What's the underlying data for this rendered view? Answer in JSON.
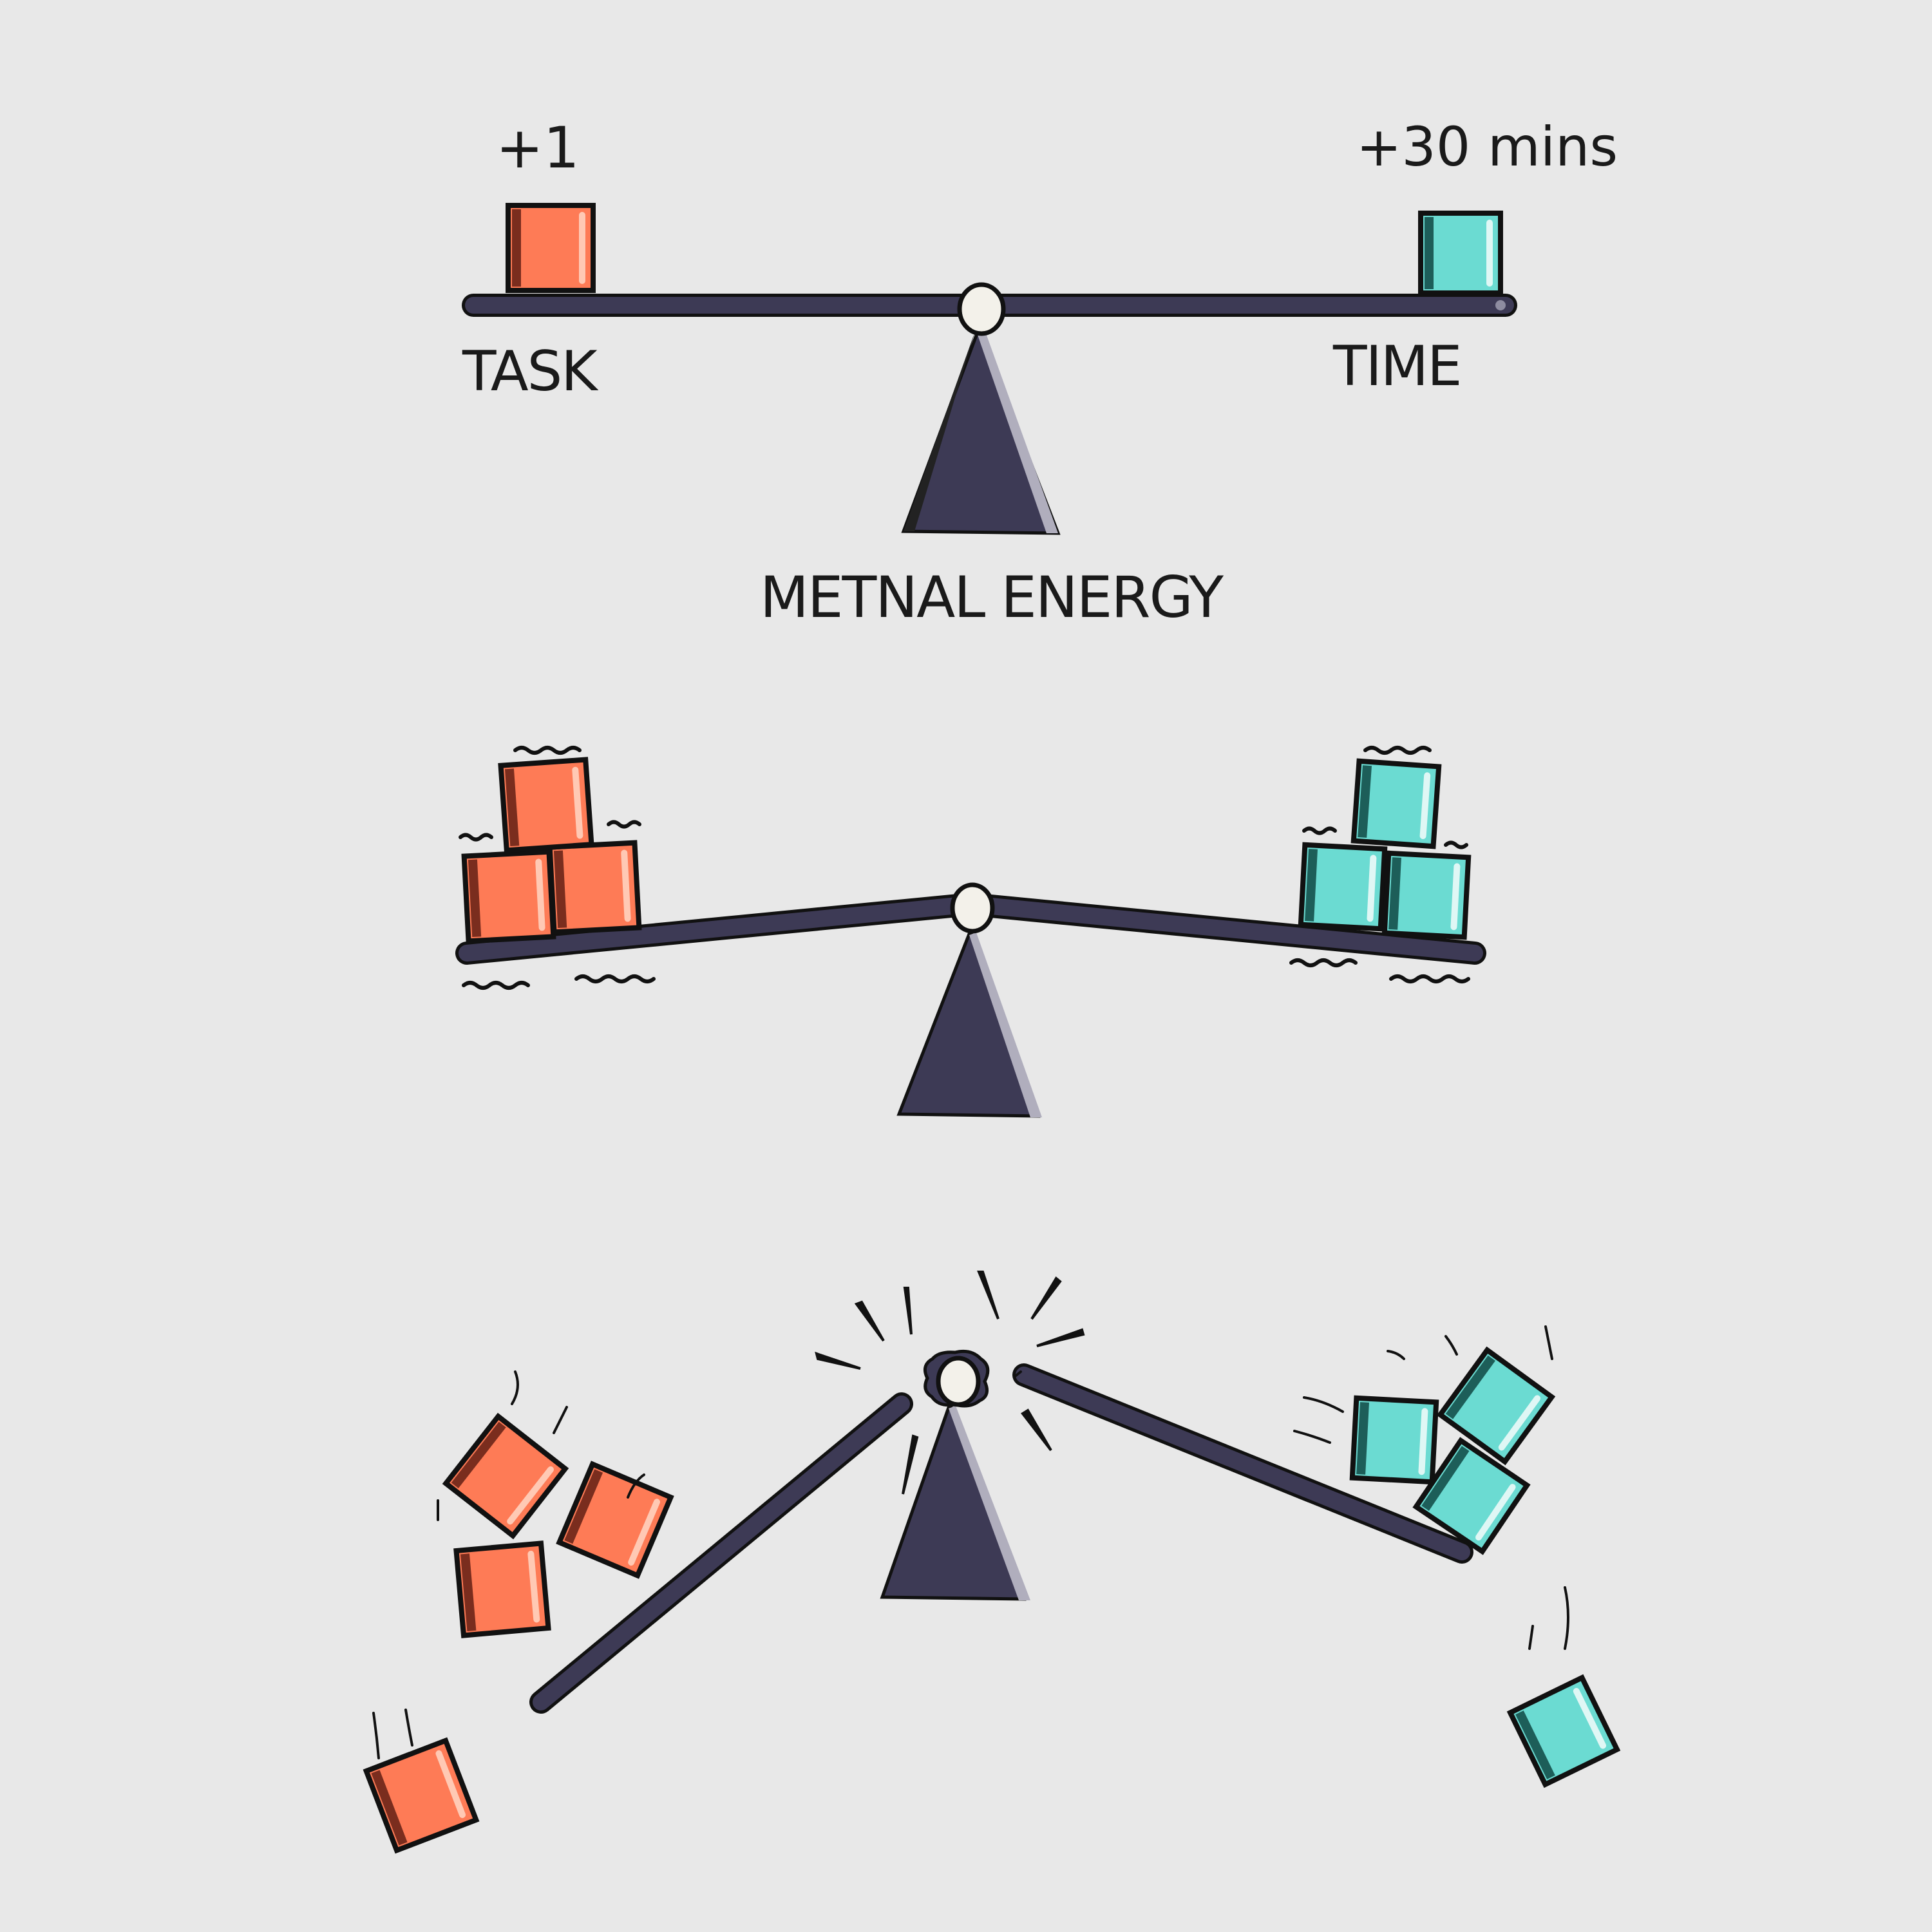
{
  "labels": {
    "task_increment": "+1",
    "time_increment": "+30 mins",
    "task": "TASK",
    "time": "TIME",
    "fulcrum": "METNAL ENERGY"
  },
  "colors": {
    "background": "#e8e8e8",
    "task_block": "#fe7b56",
    "task_block_shade": "#7a2d1e",
    "time_block": "#6bdbd2",
    "time_block_shade": "#1d5e59",
    "beam": "#3d3a55",
    "outline": "#111111",
    "pivot": "#f3f1ea"
  },
  "scenes": [
    {
      "name": "balanced",
      "task_blocks": 1,
      "time_blocks": 1
    },
    {
      "name": "loaded",
      "task_blocks": 3,
      "time_blocks": 3
    },
    {
      "name": "broken",
      "task_blocks": 4,
      "time_blocks": 4
    }
  ]
}
